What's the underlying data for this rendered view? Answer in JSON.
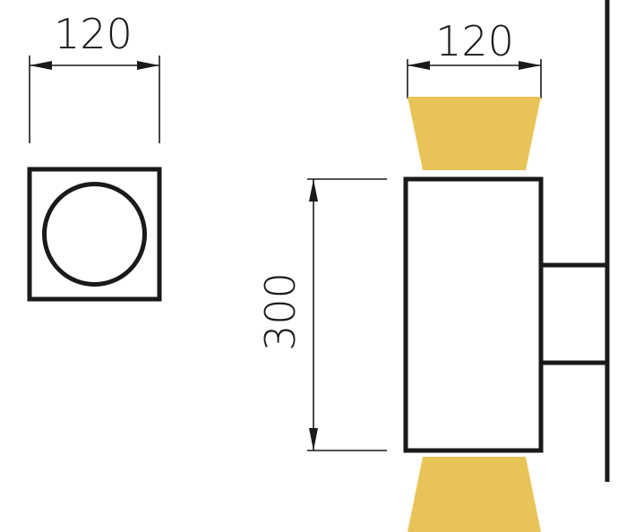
{
  "dimensions": {
    "top_view_width": "120",
    "side_view_width": "120",
    "side_view_height": "300"
  },
  "colors": {
    "line": "#1a1a1a",
    "light_beam": "#e8c458",
    "background": "#ffffff"
  }
}
